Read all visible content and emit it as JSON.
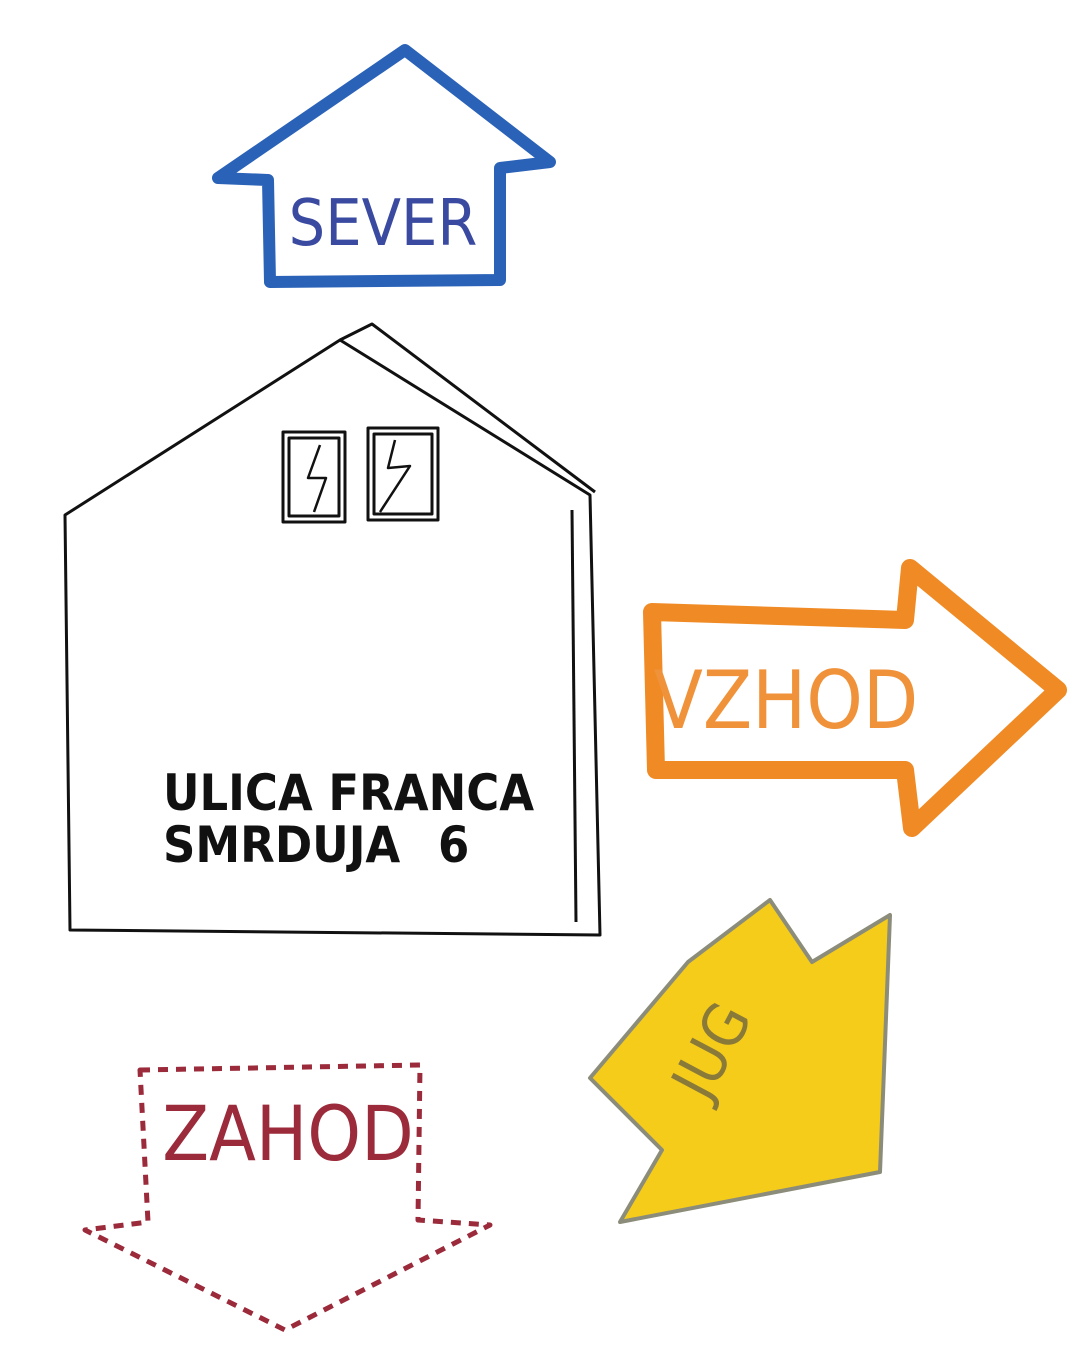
{
  "arrows": {
    "north": {
      "label": "SEVER",
      "color": "#2a62b8",
      "text_color": "#3a4aa0"
    },
    "east": {
      "label": "VZHOD",
      "color": "#f08a24",
      "text_color": "#f0923a"
    },
    "south": {
      "label": "JUG",
      "color": "#f5cc1a",
      "text_color": "#8a7a3a"
    },
    "west": {
      "label": "ZAHOD",
      "color": "#9b2a3a",
      "text_color": "#9b2a3a"
    }
  },
  "house": {
    "address_line1": "ULICA FRANCA",
    "address_line2": "SMRDUJA",
    "number": "6"
  }
}
